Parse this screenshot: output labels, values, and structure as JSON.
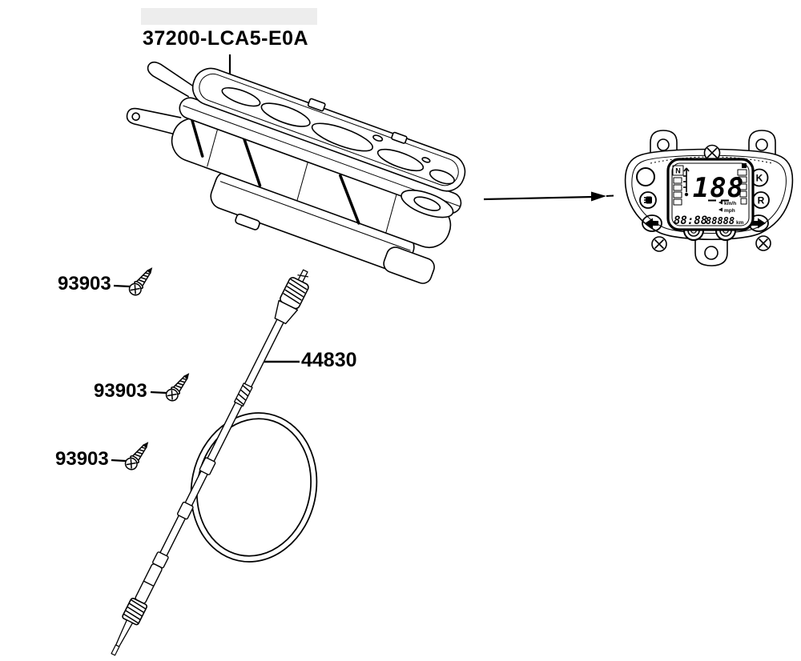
{
  "document": {
    "type": "parts-diagram",
    "background_color": "#ffffff",
    "line_color": "#000000",
    "scan_artifact_color": "#ededed"
  },
  "labels": {
    "meter_part_number": "37200-LCA5-E0A",
    "cable_part_number": "44830",
    "screw_part_number_1": "93903",
    "screw_part_number_2": "93903",
    "screw_part_number_3": "93903"
  },
  "detail_view": {
    "lcd": {
      "speed_value": "188",
      "unit_primary": "km/h",
      "unit_secondary": "mph",
      "clock_value": "88:88",
      "odometer_value": "88888",
      "odometer_unit": "km",
      "gear_indicator": "N"
    },
    "buttons": {
      "k_button_label": "K",
      "r_button_label": "R"
    }
  }
}
